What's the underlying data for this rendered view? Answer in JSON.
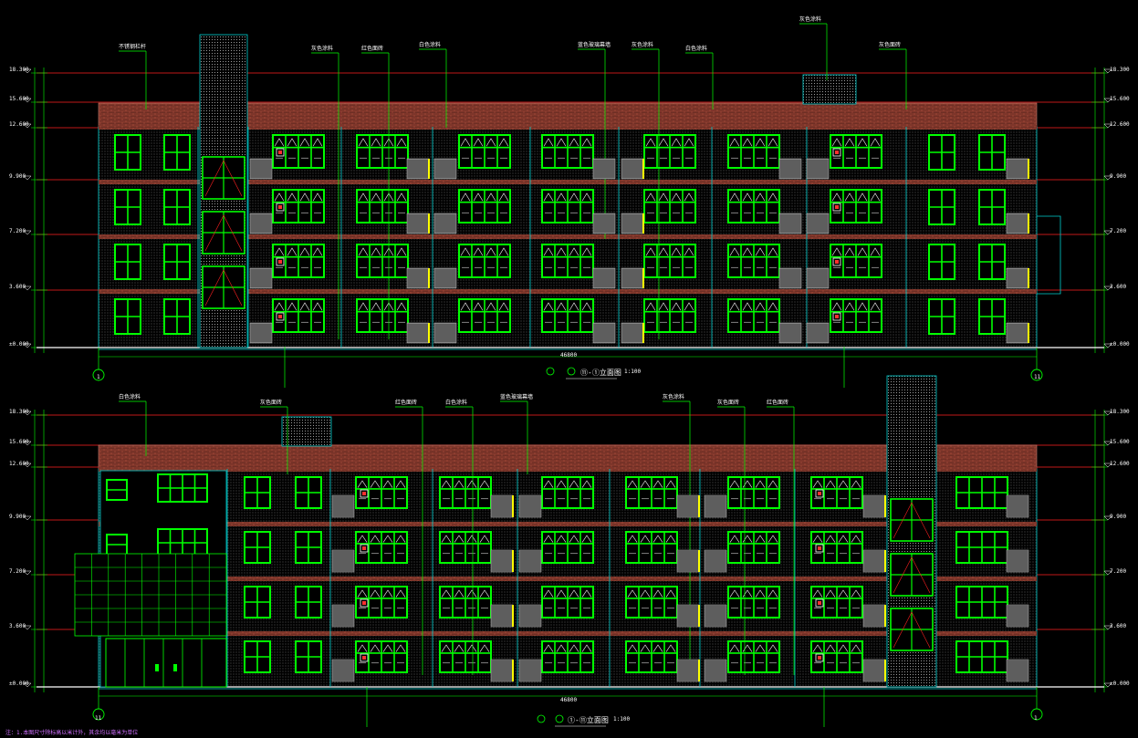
{
  "drawing": {
    "upper": {
      "title": "⑪-①立面图",
      "scale": "1:100",
      "axis_left": "1",
      "axis_right": "11",
      "total_dim": "46800",
      "levels": [
        "18.300",
        "15.600",
        "12.600",
        "9.900",
        "7.200",
        "3.600",
        "±0.000"
      ],
      "callouts": [
        "不锈钢栏杆",
        "灰色涂料",
        "红色面砖",
        "白色涂料",
        "蓝色玻璃幕墙",
        "灰色涂料",
        "白色涂料",
        "灰色涂料",
        "灰色面砖"
      ]
    },
    "lower": {
      "title": "①-⑪立面图",
      "scale": "1:100",
      "axis_left": "11",
      "axis_right": "1",
      "total_dim": "46800",
      "levels": [
        "18.300",
        "15.600",
        "12.600",
        "9.900",
        "7.200",
        "3.600",
        "±0.000"
      ],
      "callouts": [
        "白色涂料",
        "灰色面砖",
        "红色面砖",
        "白色涂料",
        "蓝色玻璃幕墙",
        "灰色涂料",
        "灰色面砖",
        "红色面砖"
      ]
    },
    "footnote": "注：1.本图尺寸除标高以米计外，其余均以毫米为单位"
  },
  "colors": {
    "background": "#000000",
    "window": "#00ff00",
    "brick": "#7a3328",
    "level_line": "#ff2020",
    "dim": "#00ff00",
    "cyan": "#00d0d0",
    "vent": "#e0e0e0",
    "yellow": "#ffff00"
  }
}
